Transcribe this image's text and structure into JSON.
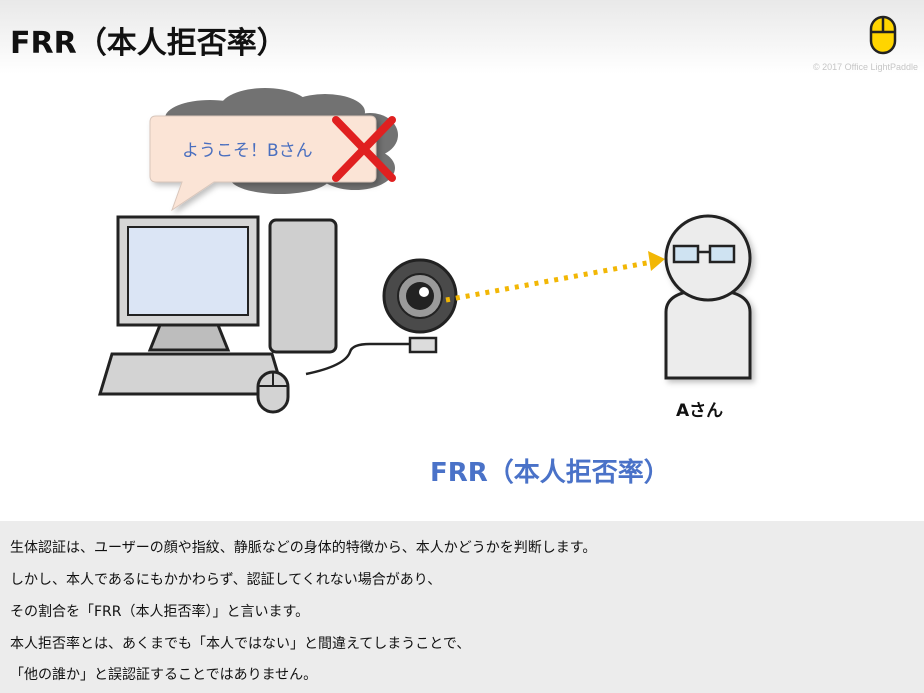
{
  "header": {
    "title": "FRR（本人拒否率）",
    "copyright": "© 2017 Office LightPaddle"
  },
  "illustration": {
    "bubble_text": "ようこそ！Bさん",
    "person_label": "Aさん",
    "caption": "FRR（本人拒否率）"
  },
  "explanation": {
    "lines": [
      "生体認証は、ユーザーの顔や指紋、静脈などの身体的特徴から、本人かどうかを判断します。",
      "しかし、本人であるにもかかわらず、認証してくれない場合があり、",
      "その割合を「FRR（本人拒否率）」と言います。",
      "本人拒否率とは、あくまでも「本人ではない」と間違えてしまうことで、",
      "「他の誰か」と誤認証することではありません。"
    ]
  },
  "colors": {
    "accent_blue": "#4a72c8",
    "cross_red": "#e02020",
    "dotted_line": "#f2b705",
    "logo_yellow": "#ffd500"
  }
}
